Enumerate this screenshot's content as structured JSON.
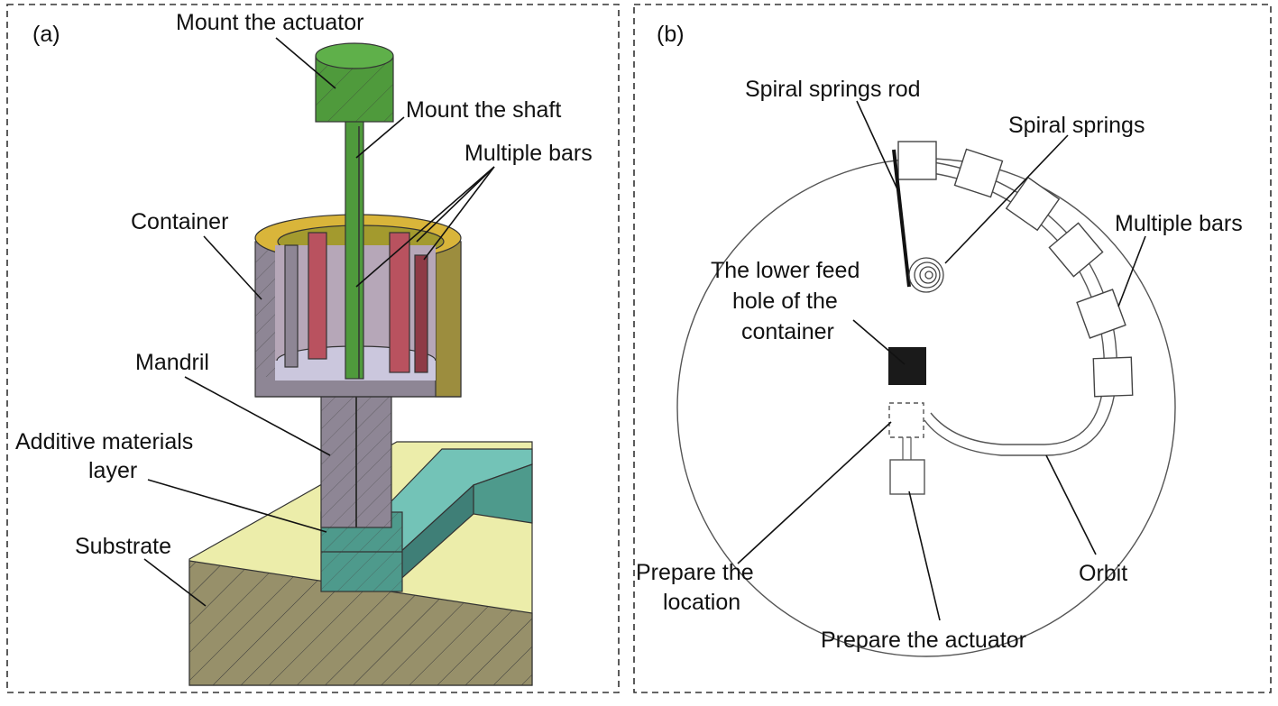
{
  "panel_a": {
    "tag": "(a)",
    "labels": {
      "mount_actuator": "Mount the actuator",
      "mount_shaft": "Mount the shaft",
      "multiple_bars": "Multiple bars",
      "container": "Container",
      "mandril": "Mandril",
      "additive_line1": "Additive materials",
      "additive_line2": "layer",
      "substrate": "Substrate"
    }
  },
  "panel_b": {
    "tag": "(b)",
    "labels": {
      "spiral_rod": "Spiral springs rod",
      "spiral_springs": "Spiral springs",
      "multiple_bars": "Multiple bars",
      "feed_hole_line1": "The lower feed",
      "feed_hole_line2": "hole of the",
      "feed_hole_line3": "container",
      "prepare_location_line1": "Prepare the",
      "prepare_location_line2": "location",
      "orbit": "Orbit",
      "prepare_actuator": "Prepare the actuator"
    }
  },
  "colors": {
    "actuator_green": "#4f9a3c",
    "container_gray": "#8e8695",
    "container_rim": "#d9b53a",
    "bars_red": "#b9525f",
    "substrate_top": "#ecedaa",
    "substrate_side": "#97906a",
    "layer_teal": "#4e9a8c",
    "track_teal": "#73c3b7",
    "feed_hole": "#1a1a1a"
  }
}
